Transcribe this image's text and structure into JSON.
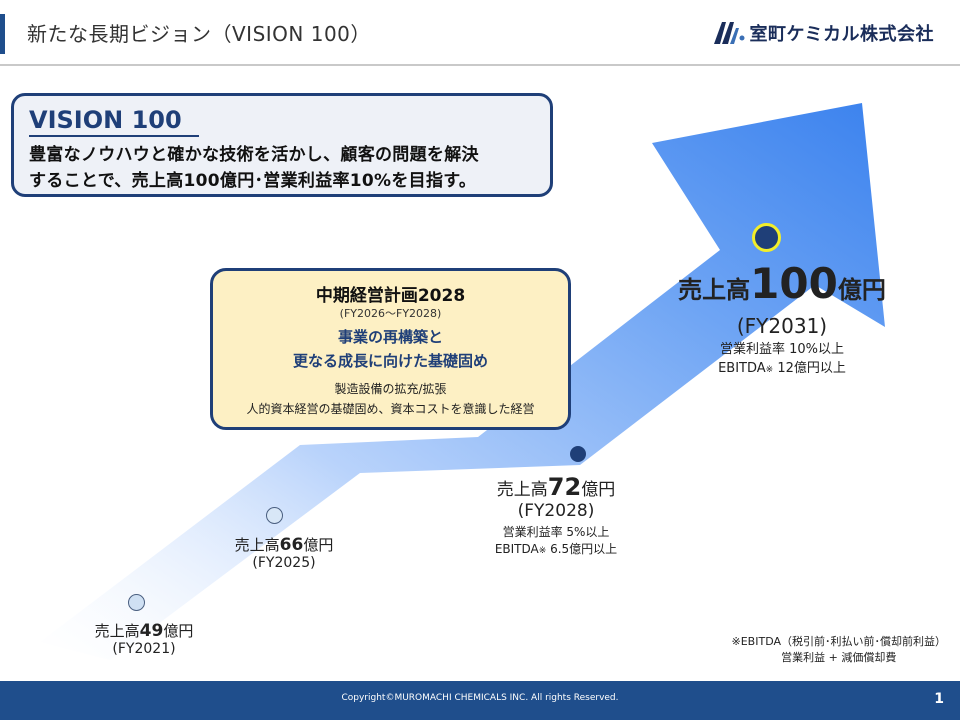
{
  "header": {
    "title": "新たな長期ビジョン（VISION 100）",
    "company_name": "室町ケミカル株式会社",
    "accent_color": "#1f4e8c"
  },
  "vision": {
    "heading": "VISION 100",
    "line1": "豊富なノウハウと確かな技術を活かし、顧客の問題を解決",
    "line2": "することで、売上高100億円･営業利益率10%を目指す。"
  },
  "plan": {
    "title": "中期経営計画2028",
    "period": "(FY2026～FY2028)",
    "theme1": "事業の再構築と",
    "theme2": "更なる成長に向けた基礎固め",
    "detail1": "製造設備の拡充/拡張",
    "detail2": "人的資本経営の基礎固め、資本コストを意識した経営",
    "bg_color": "#fdf0c4"
  },
  "milestones": [
    {
      "prefix": "売上高",
      "amount": "49",
      "suffix": "億円",
      "fy": "(FY2021)"
    },
    {
      "prefix": "売上高",
      "amount": "66",
      "suffix": "億円",
      "fy": "(FY2025)"
    },
    {
      "prefix": "売上高",
      "amount": "72",
      "suffix": "億円",
      "fy": "(FY2028)",
      "margin": "営業利益率 5%以上",
      "ebitda_label": "EBITDA",
      "ebitda_mark": "※",
      "ebitda_value": " 6.5億円以上"
    },
    {
      "prefix": "売上高",
      "amount": "100",
      "suffix": "億円",
      "fy": "(FY2031)",
      "margin": "営業利益率 10%以上",
      "ebitda_label": "EBITDA",
      "ebitda_mark": "※",
      "ebitda_value": " 12億円以上"
    }
  ],
  "note": {
    "line1": "※EBITDA（税引前･利払い前･償却前利益）",
    "line2": "営業利益 + 減価償却費"
  },
  "footer": {
    "copyright": "Copyright©MUROMACHI CHEMICALS INC. All rights Reserved.",
    "page": "1"
  }
}
